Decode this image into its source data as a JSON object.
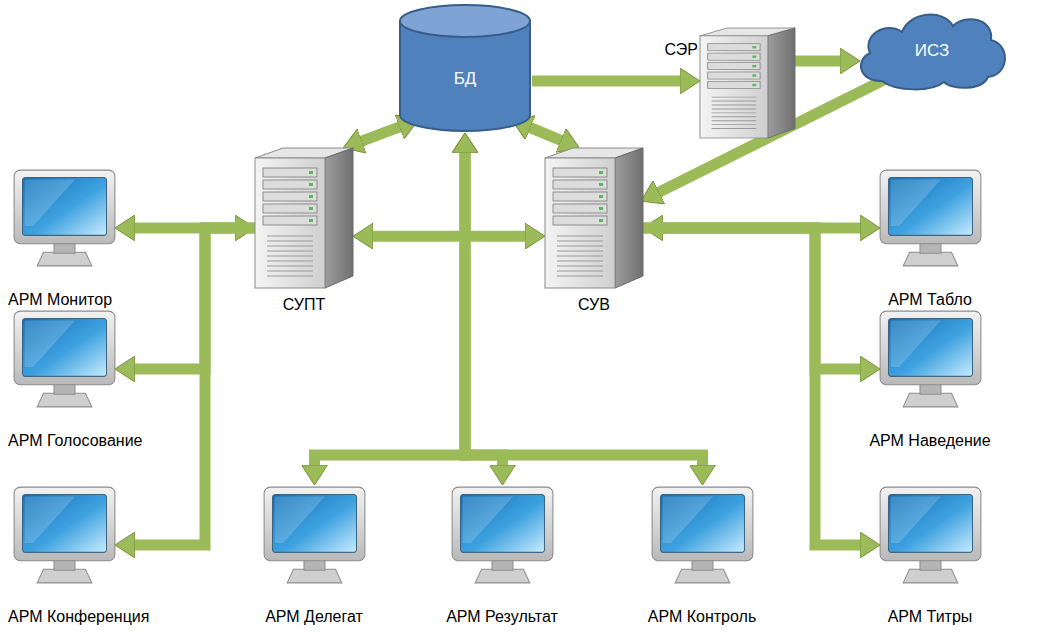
{
  "diagram": {
    "nodes": [
      {
        "text": [
          "БД"
        ]
      },
      {
        "text": [
          "СЭР"
        ]
      },
      {
        "text": [
          "ИСЗ"
        ]
      },
      {
        "text": [
          "АРМ Монитор"
        ]
      },
      {
        "text": [
          "СУПТ"
        ]
      },
      {
        "text": [
          "СУВ"
        ]
      },
      {
        "text": [
          "АРМ Табло"
        ]
      },
      {
        "text": [
          "АРМ Голосование"
        ]
      },
      {
        "text": [
          "АРМ Наведение"
        ]
      },
      {
        "text": [
          "АРМ Конференция"
        ]
      },
      {
        "text": [
          "АРМ Делегат"
        ]
      },
      {
        "text": [
          "АРМ Результат"
        ]
      },
      {
        "text": [
          "АРМ Контроль"
        ]
      },
      {
        "text": [
          "АРМ Титры"
        ]
      }
    ],
    "edges": [
      {
        "from": 0,
        "to": 1,
        "arrow": "to"
      },
      {
        "from": 1,
        "to": 2,
        "arrow": "to"
      },
      {
        "from": 2,
        "to": 5,
        "arrow": "to"
      },
      {
        "from": 4,
        "to": 0,
        "arrow": "both"
      },
      {
        "from": 5,
        "to": 0,
        "arrow": "both"
      },
      {
        "from": 4,
        "to": 5,
        "arrow": "both"
      },
      {
        "from": 4,
        "to": 3,
        "arrow": "both"
      },
      {
        "from": 4,
        "to": 7,
        "arrow": "to"
      },
      {
        "from": 4,
        "to": 9,
        "arrow": "to"
      },
      {
        "from": 5,
        "to": 6,
        "arrow": "both"
      },
      {
        "from": 5,
        "to": 8,
        "arrow": "to"
      },
      {
        "from": 5,
        "to": 13,
        "arrow": "to"
      },
      {
        "from": 0,
        "to": 10,
        "arrow": "both"
      },
      {
        "from": 0,
        "to": 11,
        "arrow": "both"
      },
      {
        "from": 0,
        "to": 12,
        "arrow": "both"
      }
    ]
  }
}
